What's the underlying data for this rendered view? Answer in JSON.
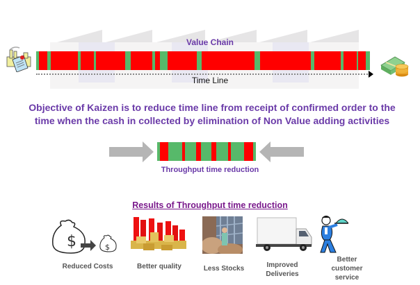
{
  "colors": {
    "red_segment": "#ff0000",
    "green_segment": "#57b96a",
    "heading_purple": "#6a3aa8",
    "results_title": "#7a1a8c",
    "arrow_gray": "#b5b5b5"
  },
  "value_chain": {
    "title": "Value Chain",
    "timeline_label": "Time Line",
    "start_icon": "factory-order-document-icon",
    "end_icon": "cash-money-icon",
    "segments": [
      {
        "type": "va",
        "w": 4
      },
      {
        "type": "nva",
        "w": 12
      },
      {
        "type": "va",
        "w": 5
      },
      {
        "type": "nva",
        "w": 38
      },
      {
        "type": "va",
        "w": 4
      },
      {
        "type": "nva",
        "w": 19
      },
      {
        "type": "va",
        "w": 3
      },
      {
        "type": "nva",
        "w": 42
      },
      {
        "type": "va",
        "w": 8
      },
      {
        "type": "nva",
        "w": 23
      },
      {
        "type": "nva",
        "w": 7
      },
      {
        "type": "va",
        "w": 4
      },
      {
        "type": "nva",
        "w": 7
      },
      {
        "type": "va",
        "w": 11
      },
      {
        "type": "nva",
        "w": 42
      },
      {
        "type": "va",
        "w": 7
      },
      {
        "type": "nva",
        "w": 18
      },
      {
        "type": "nva",
        "w": 19
      },
      {
        "type": "nva",
        "w": 38
      },
      {
        "type": "va",
        "w": 8
      },
      {
        "type": "nva",
        "w": 34
      },
      {
        "type": "nva",
        "w": 38
      },
      {
        "type": "va",
        "w": 5
      },
      {
        "type": "nva",
        "w": 38
      },
      {
        "type": "va",
        "w": 4
      },
      {
        "type": "nva",
        "w": 18
      },
      {
        "type": "va",
        "w": 2
      },
      {
        "type": "nva",
        "w": 11
      },
      {
        "type": "va",
        "w": 6
      }
    ]
  },
  "objective": {
    "line1": "Objective of Kaizen is to reduce time line from receipt of confirmed order to the",
    "line2": "time when the cash in collected  by elimination of Non Value adding activities"
  },
  "throughput": {
    "label": "Throughput time reduction",
    "segments": [
      {
        "type": "va",
        "w": 4
      },
      {
        "type": "nva",
        "w": 12
      },
      {
        "type": "va",
        "w": 19
      },
      {
        "type": "nva",
        "w": 4
      },
      {
        "type": "va",
        "w": 15
      },
      {
        "type": "nva",
        "w": 7
      },
      {
        "type": "va",
        "w": 15
      },
      {
        "type": "nva",
        "w": 7
      },
      {
        "type": "va",
        "w": 16
      },
      {
        "type": "nva",
        "w": 4
      },
      {
        "type": "va",
        "w": 19
      },
      {
        "type": "nva",
        "w": 12
      },
      {
        "type": "va",
        "w": 4
      }
    ]
  },
  "results": {
    "title": "Results of Throughput time reduction",
    "items": [
      {
        "icon": "money-bag-reduced-icon",
        "label": "Reduced Costs"
      },
      {
        "icon": "quality-bars-coins-icon",
        "label": "Better quality"
      },
      {
        "icon": "warehouse-stock-photo-icon",
        "label": "Less Stocks"
      },
      {
        "icon": "delivery-truck-icon",
        "label_line1": "Improved",
        "label_line2": "Deliveries"
      },
      {
        "icon": "waiter-service-icon",
        "label_line1": "Better",
        "label_line2": "customer",
        "label_line3": "service"
      }
    ]
  }
}
